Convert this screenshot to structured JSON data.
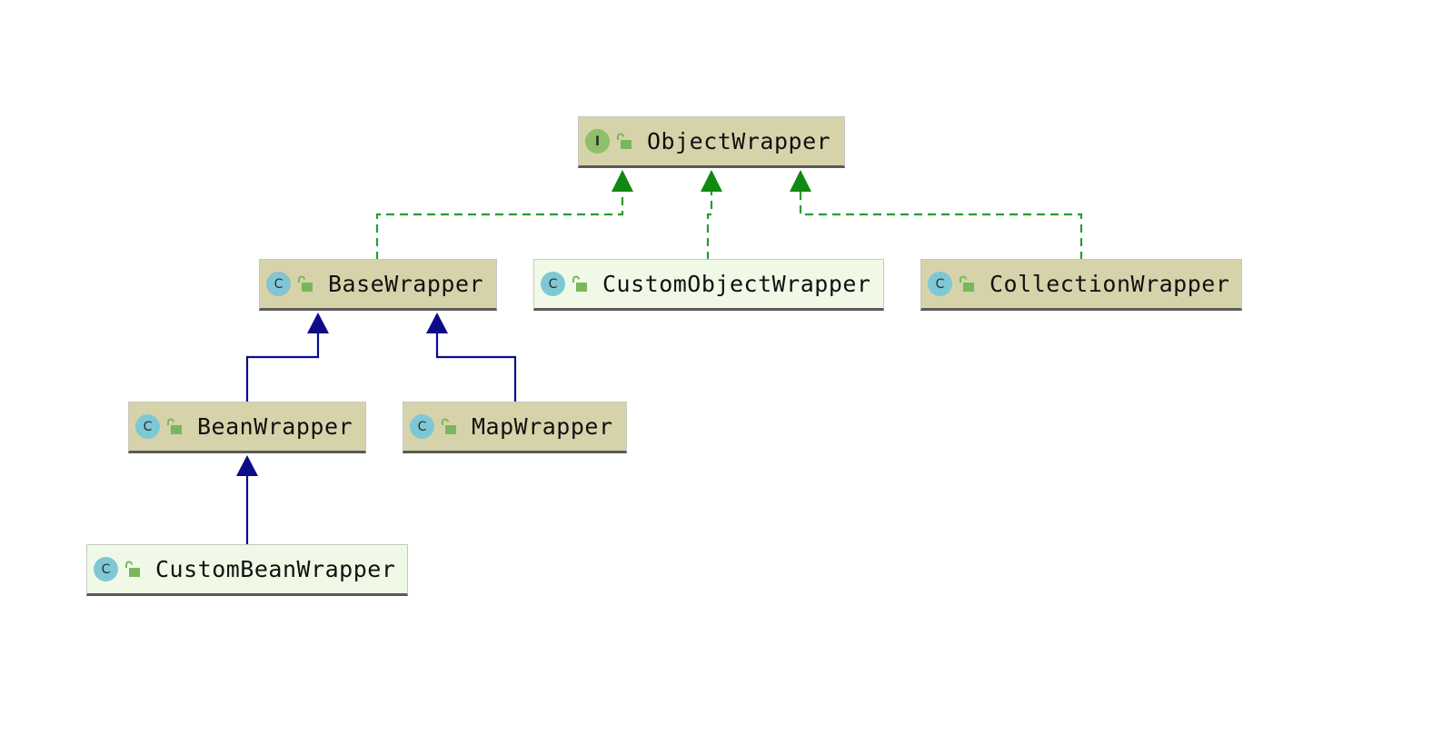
{
  "diagram": {
    "type": "uml-class-hierarchy",
    "colors": {
      "library_node_fill": "#d6d3ab",
      "custom_node_fill": "#f0f9e6",
      "realization_edge": "#2a9d2a",
      "realization_arrowhead": "#118811",
      "inheritance_edge": "#0c0c88",
      "interface_badge": "#8fbf6a",
      "class_badge": "#7ec8d6",
      "visibility_lock": "#78b85a"
    },
    "nodes": {
      "object_wrapper": {
        "label": "ObjectWrapper",
        "kind": "interface",
        "kind_letter": "I",
        "visibility_icon": "unlocked-lock-icon"
      },
      "base_wrapper": {
        "label": "BaseWrapper",
        "kind": "abstract-class",
        "kind_letter": "C",
        "visibility_icon": "unlocked-lock-icon"
      },
      "custom_object_wrapper": {
        "label": "CustomObjectWrapper",
        "kind": "class",
        "kind_letter": "C",
        "visibility_icon": "unlocked-lock-icon"
      },
      "collection_wrapper": {
        "label": "CollectionWrapper",
        "kind": "class",
        "kind_letter": "C",
        "visibility_icon": "unlocked-lock-icon"
      },
      "bean_wrapper": {
        "label": "BeanWrapper",
        "kind": "class",
        "kind_letter": "C",
        "visibility_icon": "unlocked-lock-icon"
      },
      "map_wrapper": {
        "label": "MapWrapper",
        "kind": "class",
        "kind_letter": "C",
        "visibility_icon": "unlocked-lock-icon"
      },
      "custom_bean_wrapper": {
        "label": "CustomBeanWrapper",
        "kind": "class",
        "kind_letter": "C",
        "visibility_icon": "unlocked-lock-icon"
      }
    },
    "edges": [
      {
        "from": "BaseWrapper",
        "to": "ObjectWrapper",
        "relation": "implements",
        "style": "dashed"
      },
      {
        "from": "CustomObjectWrapper",
        "to": "ObjectWrapper",
        "relation": "implements",
        "style": "dashed"
      },
      {
        "from": "CollectionWrapper",
        "to": "ObjectWrapper",
        "relation": "implements",
        "style": "dashed"
      },
      {
        "from": "BeanWrapper",
        "to": "BaseWrapper",
        "relation": "extends",
        "style": "solid"
      },
      {
        "from": "MapWrapper",
        "to": "BaseWrapper",
        "relation": "extends",
        "style": "solid"
      },
      {
        "from": "CustomBeanWrapper",
        "to": "BeanWrapper",
        "relation": "extends",
        "style": "solid"
      }
    ]
  }
}
